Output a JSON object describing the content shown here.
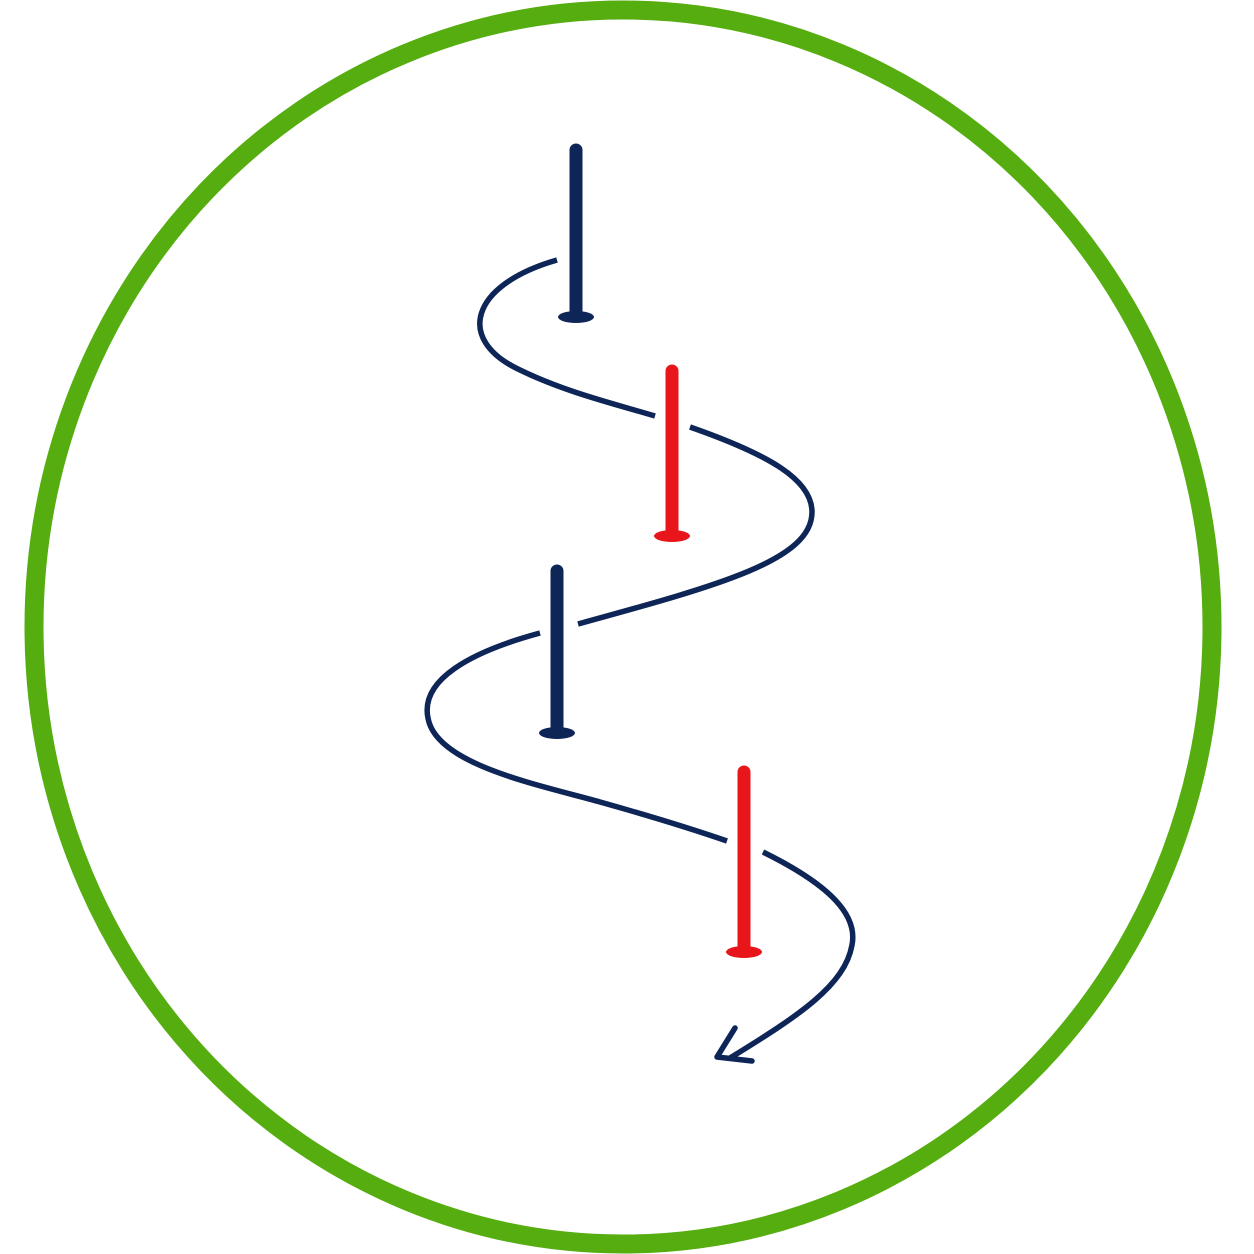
{
  "colors": {
    "background": "#ffffff",
    "ring": "#55ad0f",
    "path": "#0e2557",
    "pole_blue": "#0e2557",
    "pole_red": "#e8161b"
  },
  "icons": {
    "frame": "circle-ring-icon",
    "route": "slalom-path-arrow-icon",
    "poles": [
      "slalom-pole-icon",
      "slalom-pole-icon",
      "slalom-pole-icon",
      "slalom-pole-icon"
    ]
  },
  "poles": [
    {
      "color": "blue"
    },
    {
      "color": "red"
    },
    {
      "color": "blue"
    },
    {
      "color": "red"
    }
  ]
}
